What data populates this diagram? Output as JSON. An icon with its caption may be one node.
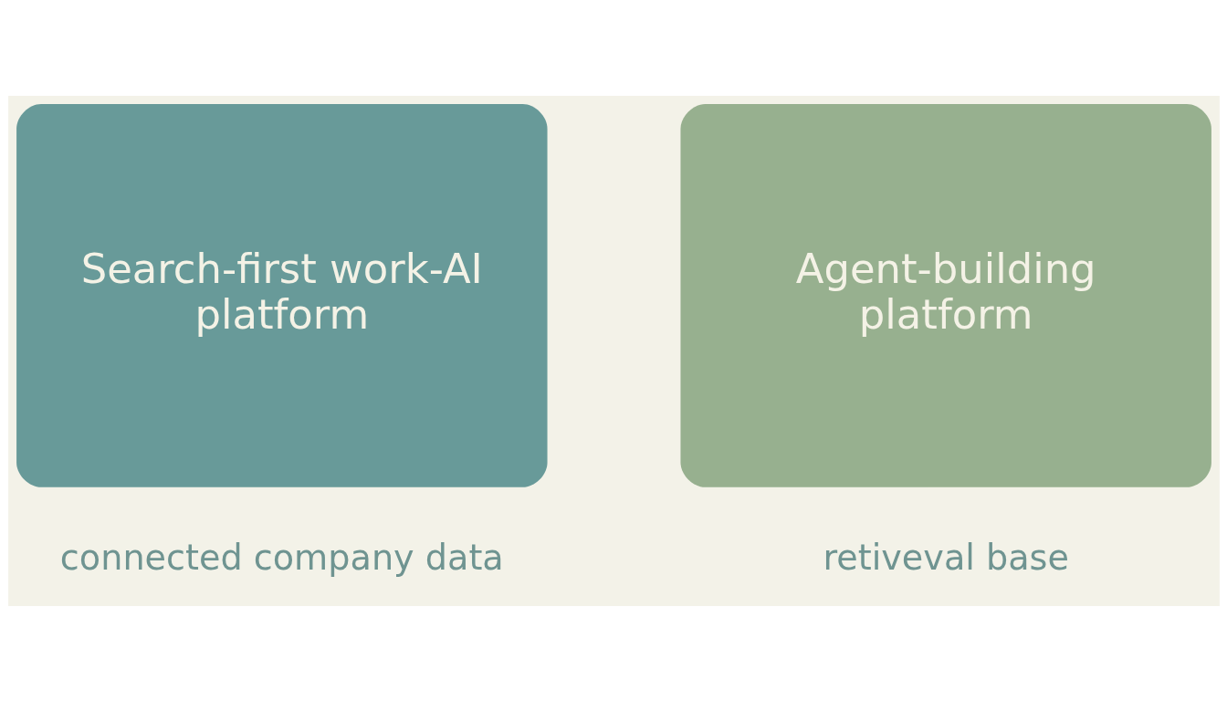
{
  "diagram": {
    "nodes": [
      {
        "text": [
          "Search-first work-AI platform"
        ],
        "beside": [
          "connected company data"
        ]
      },
      {
        "text": [
          "Agent-building platform"
        ],
        "beside": [
          "retiveval base"
        ]
      }
    ]
  }
}
